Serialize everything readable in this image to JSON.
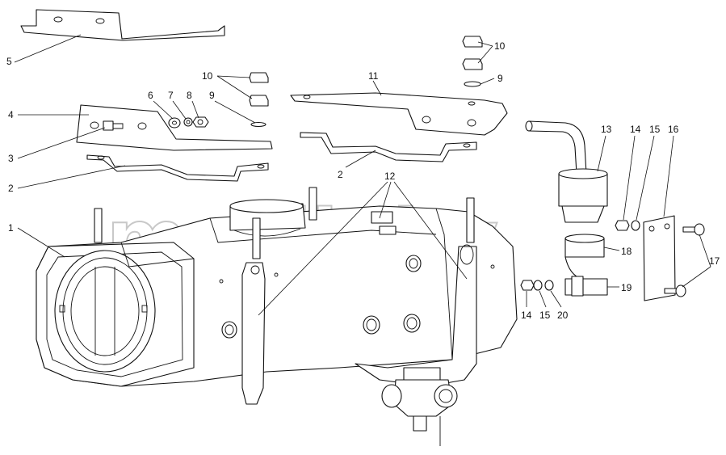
{
  "watermark": "mazik.by",
  "corner_mark": "",
  "callouts": [
    "1",
    "2",
    "2",
    "3",
    "4",
    "5",
    "6",
    "7",
    "8",
    "9",
    "9",
    "10",
    "10",
    "11",
    "12",
    "13",
    "14",
    "14",
    "15",
    "15",
    "16",
    "17",
    "18",
    "19",
    "20"
  ],
  "colors": {
    "line": "#111111",
    "watermark": "#c8c8c8",
    "background": "#ffffff"
  }
}
